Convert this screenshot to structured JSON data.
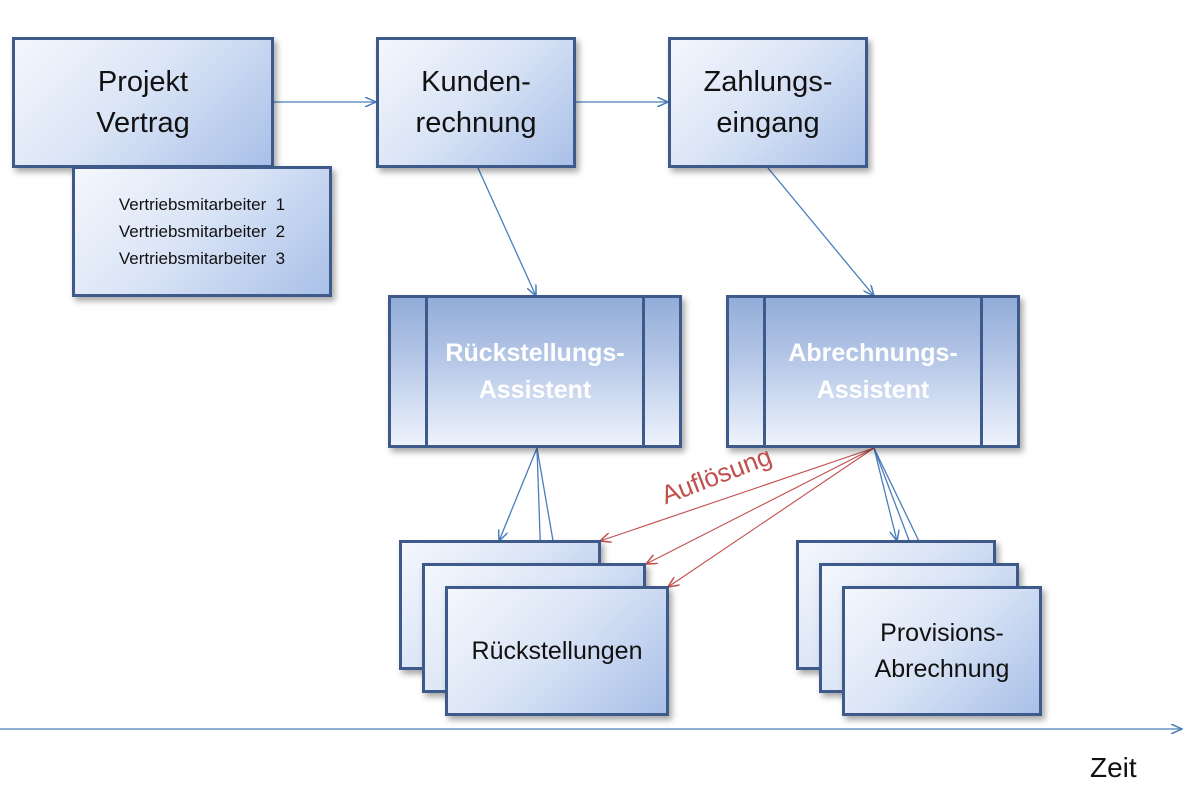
{
  "boxes": {
    "projekt": [
      "Projekt",
      "Vertrag"
    ],
    "kunden": [
      "Kunden-",
      "rechnung"
    ],
    "zahlung": [
      "Zahlungs-",
      "eingang"
    ],
    "vertrieb": [
      "Vertriebsmitarbeiter  1",
      "Vertriebsmitarbeiter  2",
      "Vertriebsmitarbeiter  3"
    ],
    "rueck_assist": [
      "Rückstellungs-",
      "Assistent"
    ],
    "abr_assist": [
      "Abrechnungs-",
      "Assistent"
    ],
    "rueckstellungen": "Rückstellungen",
    "provision": [
      "Provisions-",
      "Abrechnung"
    ]
  },
  "annotation": "Auflösung",
  "axis_label": "Zeit",
  "colors": {
    "border": "#3d5a8a",
    "arrow": "#4a7ebb",
    "red_arrow": "#c0504d"
  }
}
